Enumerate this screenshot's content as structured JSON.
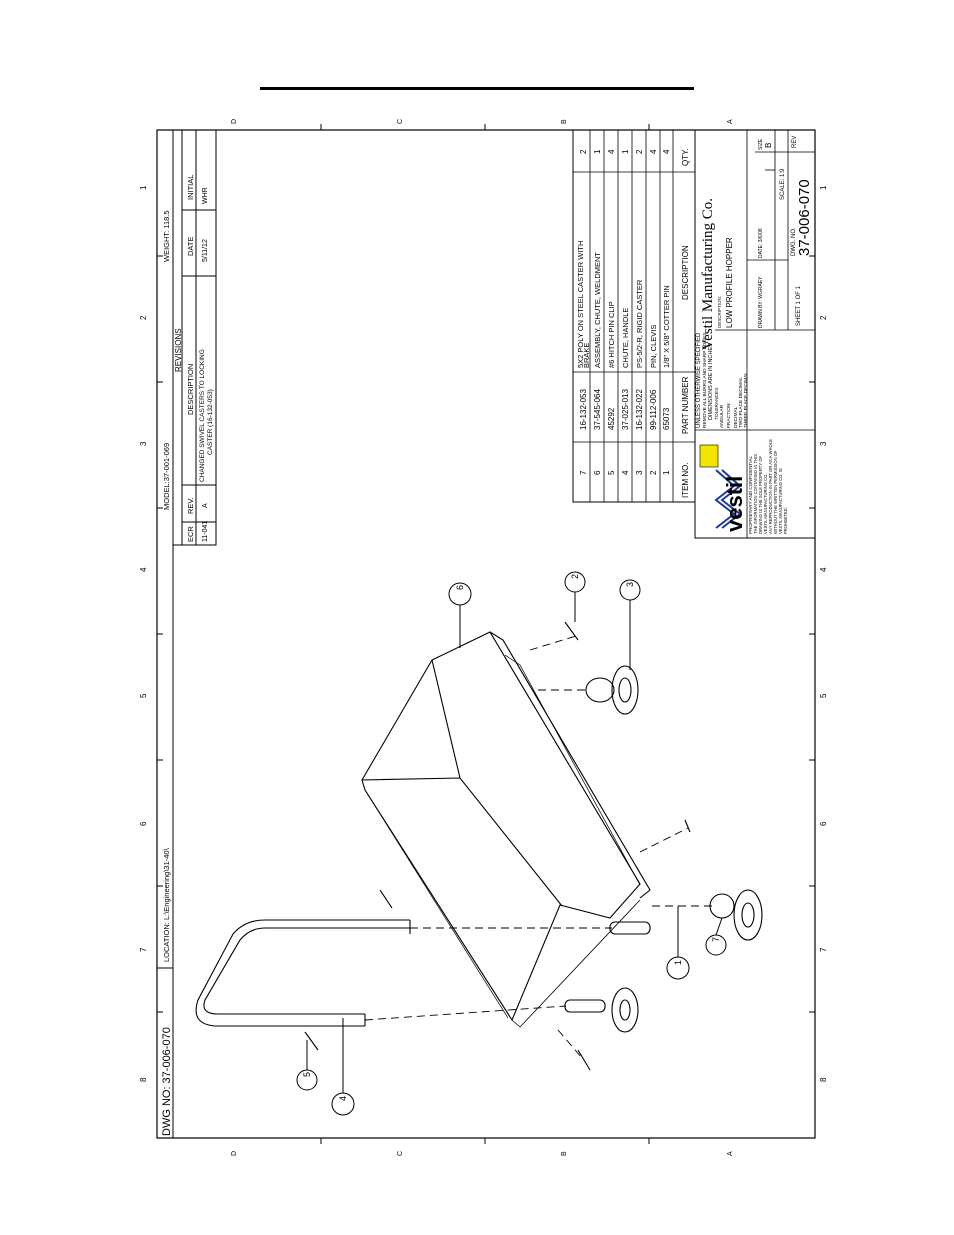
{
  "drawing": {
    "dwg_no_label": "DWG NO: 37-006-070",
    "location": "LOCATION: L:\\Engineering\\31-40\\",
    "model": "MODEL:37-001-069",
    "weight": "WEIGHT: 118.5",
    "zone_numbers": [
      "1",
      "2",
      "3",
      "4",
      "5",
      "6",
      "7",
      "8"
    ],
    "zone_letters": [
      "A",
      "B",
      "C",
      "D"
    ]
  },
  "revisions": {
    "title": "REVISIONS",
    "headers": {
      "ecr": "ECR",
      "rev": "REV.",
      "description": "DESCRIPTION",
      "date": "DATE",
      "initial": "INITIAL"
    },
    "row": {
      "ecr": "11-041",
      "rev": "A",
      "description_line1": "CHANGED SWIVEL CASTERS TO LOCKING",
      "description_line2": "CASTER (16-132-053)",
      "date": "5/11/12",
      "initial": "WHR"
    }
  },
  "bom": {
    "headers": {
      "item": "ITEM NO.",
      "part": "PART NUMBER",
      "description": "DESCRIPTION",
      "qty": "QTY."
    },
    "rows": [
      {
        "item": "7",
        "part": "16-132-053",
        "desc1": "5X2 POLY ON STEEL CASTER WITH",
        "desc2": "BRAKE",
        "qty": "2"
      },
      {
        "item": "6",
        "part": "37-545-064",
        "desc1": "ASSEMBLY, CHUTE, WELDMENT",
        "desc2": "",
        "qty": "1"
      },
      {
        "item": "5",
        "part": "45292",
        "desc1": "#6 HITCH PIN CLIP",
        "desc2": "",
        "qty": "4"
      },
      {
        "item": "4",
        "part": "37-025-013",
        "desc1": "CHUTE, HANDLE",
        "desc2": "",
        "qty": "1"
      },
      {
        "item": "3",
        "part": "16-132-022",
        "desc1": "PS-5/2-R, RIGID CASTER",
        "desc2": "",
        "qty": "2"
      },
      {
        "item": "2",
        "part": "99-112-006",
        "desc1": "PIN, CLEVIS",
        "desc2": "",
        "qty": "4"
      },
      {
        "item": "1",
        "part": "65073",
        "desc1": "1/8\" X 5/8\" COTTER PIN",
        "desc2": "",
        "qty": "4"
      }
    ]
  },
  "title_block": {
    "company": "Vestil Manufacturing Co.",
    "logo_text": "vestil",
    "unless": "UNLESS OTHERWISE SPECIFIED",
    "remove_burrs": "REMOVE ALL BURRS AND SHARP EDGES",
    "dims_inches": "DIMENSIONS ARE IN INCHES",
    "tolerances": "TOLERANCES",
    "angular": "ANGULAR",
    "fraction": "FRACTION",
    "decimal": "DECIMAL",
    "two_place": "TWO PLACE DECIMAL",
    "three_place": "THREE PLACE DECIMAL",
    "description_label": "DESCRIPTION:",
    "description": "LOW PROFILE HOPPER",
    "drawn_by": "DRAWN BY: WGRAEY",
    "date": "DATE: 3/6/08",
    "size_label": "SIZE",
    "size": "B",
    "scale": "SCALE: 1:9",
    "sheet": "SHEET 1 OF 1",
    "dwg_no_label": "DWG. NO.",
    "dwg_no": "37-006-070",
    "rev_label": "REV",
    "proprietary": "PROPRIETARY AND CONFIDENTIAL",
    "prop_line2": "THE INFORMATION CONTAINED IN THIS",
    "prop_line3": "DRAWING IS THE SOLE PROPERTY OF",
    "prop_line4": "VESTIL MANUFACTURING CO.",
    "prop_line5": "ANY REPRODUCTION IN PART OR AS A WHOLE",
    "prop_line6": "WITHOUT THE WRITTEN PERMISSION OF",
    "prop_line7": "VESTIL MANUFACTURING CO. IS",
    "prop_line8": "PROHIBITED."
  },
  "balloons": [
    "1",
    "2",
    "3",
    "4",
    "5",
    "6",
    "7"
  ]
}
